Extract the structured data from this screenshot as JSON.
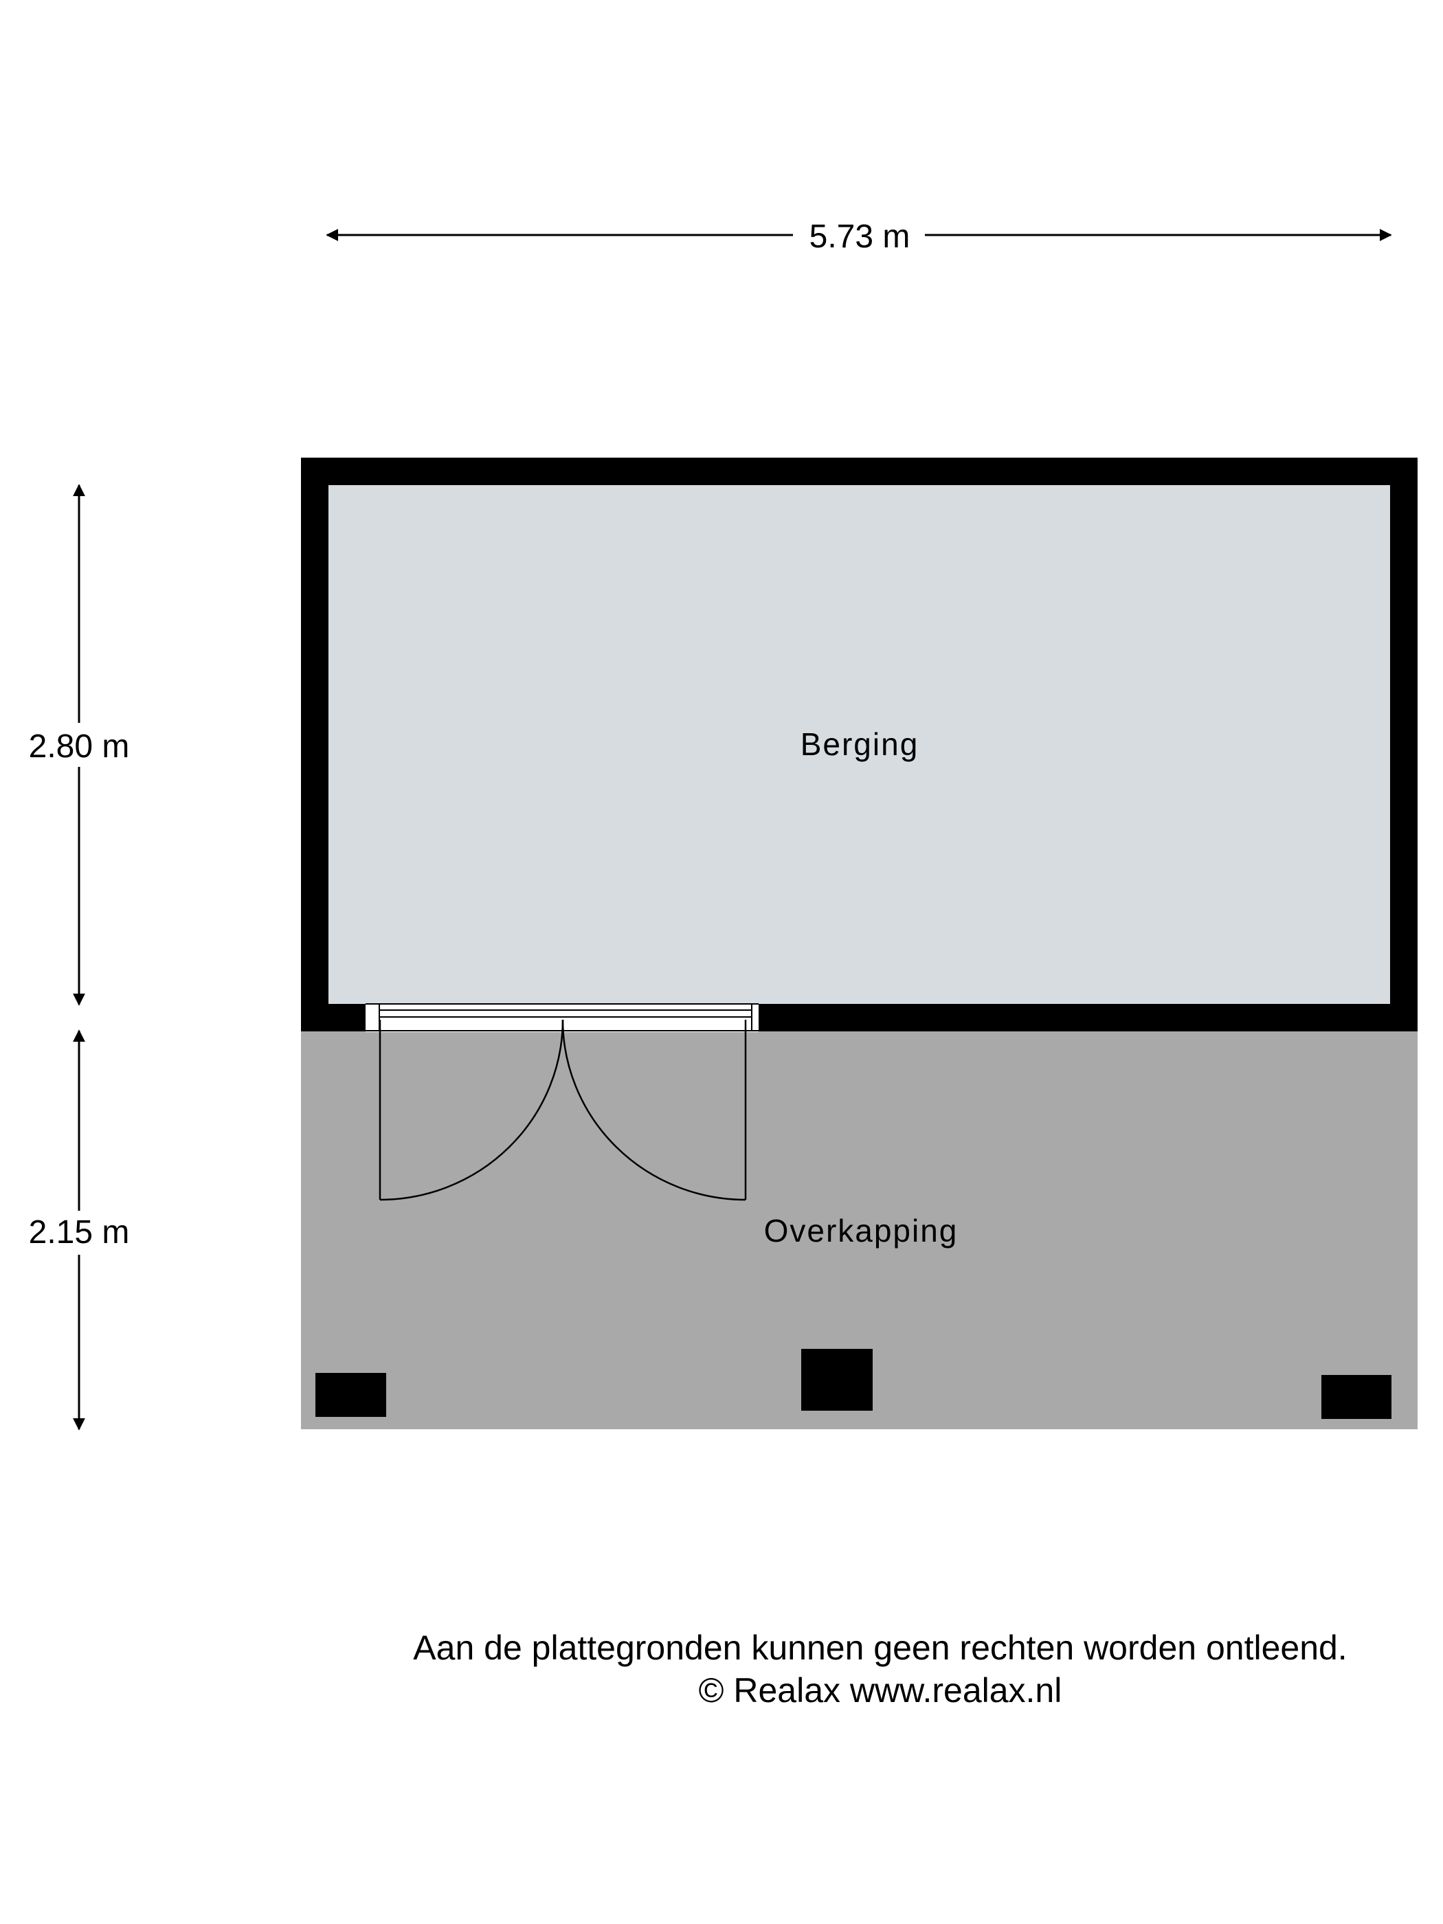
{
  "floorplan": {
    "dimensions": {
      "width_label": "5.73 m",
      "height_berging_label": "2.80 m",
      "height_overkapping_label": "2.15 m"
    },
    "rooms": {
      "berging": "Berging",
      "overkapping": "Overkapping"
    },
    "colors": {
      "berging_fill": "#d7dce0",
      "overkapping_fill": "#a9a9a9",
      "wall": "#000000"
    }
  },
  "footer": {
    "disclaimer": "Aan de plattegronden kunnen geen rechten worden ontleend.",
    "copyright": "© Realax www.realax.nl"
  }
}
